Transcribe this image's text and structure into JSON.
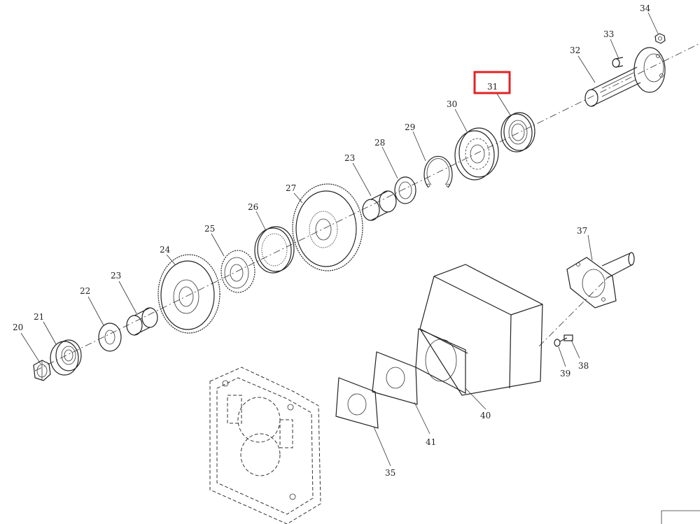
{
  "callouts": {
    "c20": "20",
    "c21": "21",
    "c22": "22",
    "c23a": "23",
    "c24": "24",
    "c25": "25",
    "c26": "26",
    "c27": "27",
    "c23b": "23",
    "c28": "28",
    "c29": "29",
    "c30": "30",
    "c31": "31",
    "c32": "32",
    "c33": "33",
    "c34": "34",
    "c35": "35",
    "c37": "37",
    "c38": "38",
    "c39": "39",
    "c40": "40",
    "c41": "41"
  },
  "highlight": {
    "callout": "31",
    "color": "#e02424"
  }
}
